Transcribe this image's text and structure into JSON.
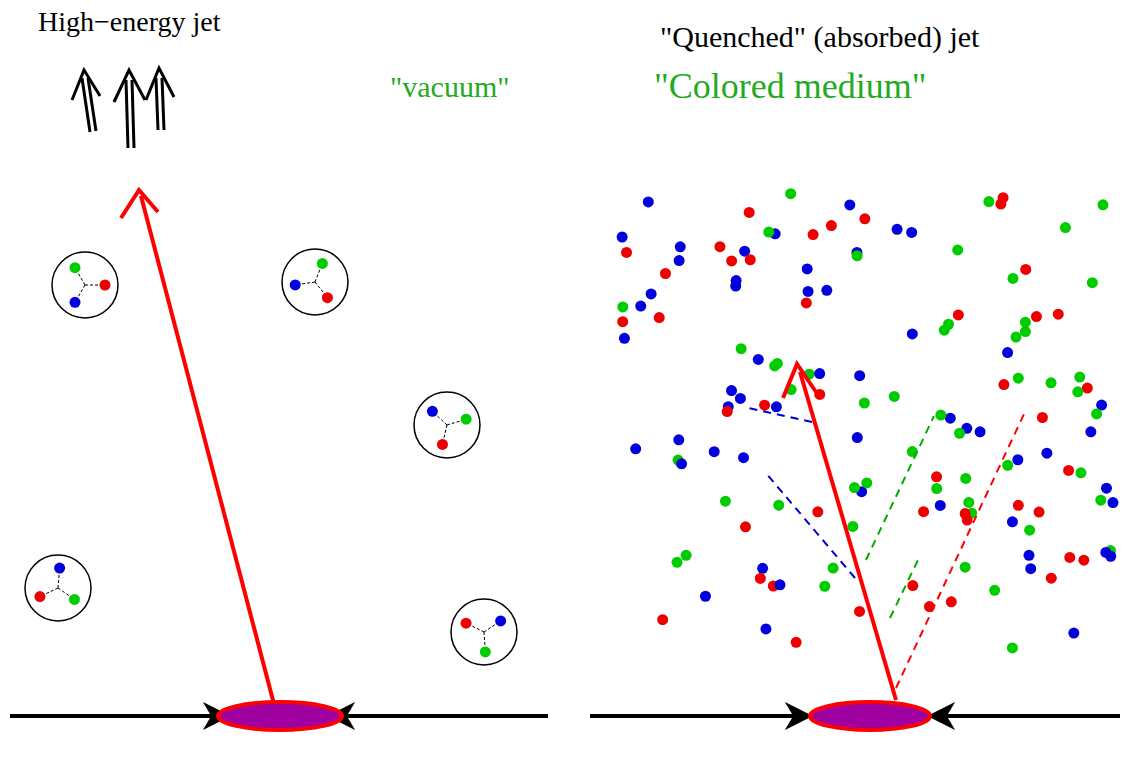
{
  "diagram": {
    "labels": [
      "High−energy jet",
      "\"vacuum\"",
      "\"Quenched\" (absorbed) jet",
      "\"Colored medium\""
    ]
  }
}
